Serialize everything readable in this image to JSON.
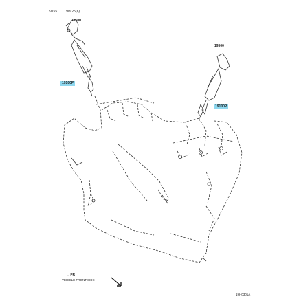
{
  "callouts": {
    "top_left_1": "91551",
    "top_left_2": "90925(6)",
    "top_left_3": "19500",
    "right_coil": "19500",
    "left_plug": "19100P",
    "right_plug": "19100P"
  },
  "legend": {
    "line1": "← FR",
    "line2": "VEHICLE FRONT SIDE"
  },
  "figure_code": "19H0301A",
  "colors": {
    "highlight": "#8fd8ef",
    "line": "#333333"
  }
}
